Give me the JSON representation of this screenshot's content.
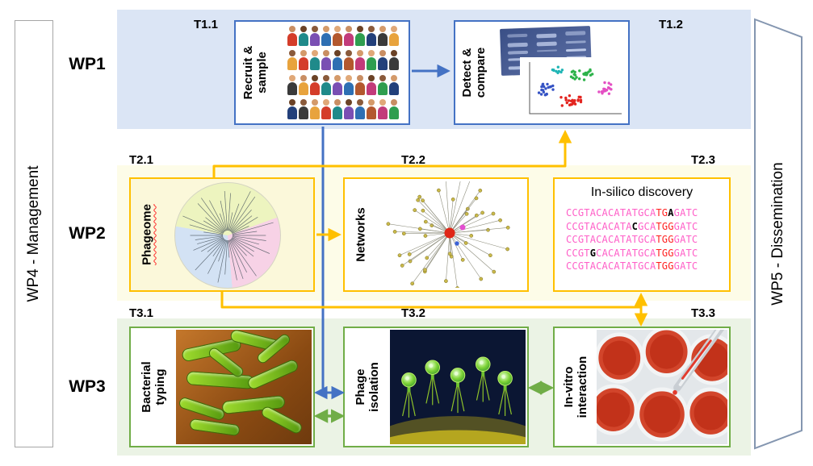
{
  "palette": {
    "blue": "#4472C4",
    "gold": "#FFC000",
    "green": "#70AD47",
    "band_blue": "#DBE5F5",
    "band_yellow": "#FDFCE8",
    "band_green": "#EBF3E5",
    "seq_pink": "#FF5FC8",
    "seq_red": "#FF1F1F",
    "gray_border": "#A6A6A6",
    "wp5_border": "#8496B0"
  },
  "sidebars": {
    "wp4": {
      "label": "WP4 - Management"
    },
    "wp5": {
      "label": "WP5 - Dissemination"
    }
  },
  "work_packages": {
    "wp1": {
      "label": "WP1"
    },
    "wp2": {
      "label": "WP2"
    },
    "wp3": {
      "label": "WP3"
    }
  },
  "tasks": {
    "t11": {
      "tag": "T1.1",
      "lines": [
        "Recruit &",
        "sample"
      ],
      "image": "crowd-of-people"
    },
    "t12": {
      "tag": "T1.2",
      "lines": [
        "Detect &",
        "compare"
      ],
      "images": [
        "gel-electrophoresis",
        "cluster-scatter-plot"
      ]
    },
    "t21": {
      "tag": "T2.1",
      "lines": [
        "Phageome"
      ],
      "image": "circular-phylogenetic-tree"
    },
    "t22": {
      "tag": "T2.2",
      "lines": [
        "Networks"
      ],
      "image": "network-graph"
    },
    "t23": {
      "tag": "T2.3",
      "title": "In-silico discovery",
      "sequences": [
        [
          {
            "t": "CCGTACACATATGCA",
            "c": "p"
          },
          {
            "t": "TG",
            "c": "r"
          },
          {
            "t": "A",
            "c": "b"
          },
          {
            "t": "GATC",
            "c": "p"
          }
        ],
        [
          {
            "t": "CCGTACACATA",
            "c": "p"
          },
          {
            "t": "C",
            "c": "b"
          },
          {
            "t": "GCA",
            "c": "p"
          },
          {
            "t": "TGG",
            "c": "r"
          },
          {
            "t": "GATC",
            "c": "p"
          }
        ],
        [
          {
            "t": "CCGTACACATATGCA",
            "c": "p"
          },
          {
            "t": "TGG",
            "c": "r"
          },
          {
            "t": "GATC",
            "c": "p"
          }
        ],
        [
          {
            "t": "CCGT",
            "c": "p"
          },
          {
            "t": "G",
            "c": "b"
          },
          {
            "t": "CACATATGCA",
            "c": "p"
          },
          {
            "t": "TGG",
            "c": "r"
          },
          {
            "t": "GATC",
            "c": "p"
          }
        ],
        [
          {
            "t": "CCGTACACATATGCA",
            "c": "p"
          },
          {
            "t": "TGG",
            "c": "r"
          },
          {
            "t": "GATC",
            "c": "p"
          }
        ]
      ]
    },
    "t31": {
      "tag": "T3.1",
      "lines": [
        "Bacterial",
        "typing"
      ],
      "image": "bacteria-micrograph"
    },
    "t32": {
      "tag": "T3.2",
      "lines": [
        "Phage",
        "isolation"
      ],
      "image": "phage-micrograph"
    },
    "t33": {
      "tag": "T3.3",
      "lines": [
        "In-vitro",
        "interaction"
      ],
      "image": "petri-dish-photo"
    }
  }
}
